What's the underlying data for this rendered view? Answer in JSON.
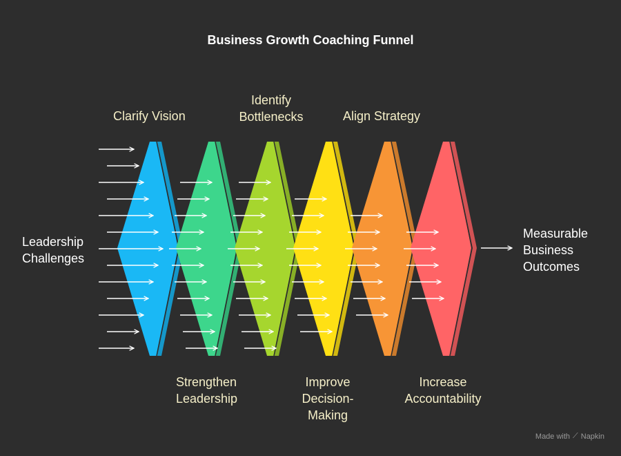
{
  "title": "Business Growth Coaching Funnel",
  "input_label": "Leadership\nChallenges",
  "output_label": "Measurable\nBusiness\nOutcomes",
  "stages": [
    {
      "label": "Clarify Vision",
      "color": "#1ab8f5"
    },
    {
      "label": "Strengthen\nLeadership",
      "color": "#3dd68c"
    },
    {
      "label": "Identify\nBottlenecks",
      "color": "#a6d62e"
    },
    {
      "label": "Improve\nDecision-\nMaking",
      "color": "#ffe014"
    },
    {
      "label": "Align Strategy",
      "color": "#f79536"
    },
    {
      "label": "Increase\nAccountability",
      "color": "#ff6466"
    }
  ],
  "footer": {
    "made_with": "Made with",
    "brand": "Napkin"
  }
}
